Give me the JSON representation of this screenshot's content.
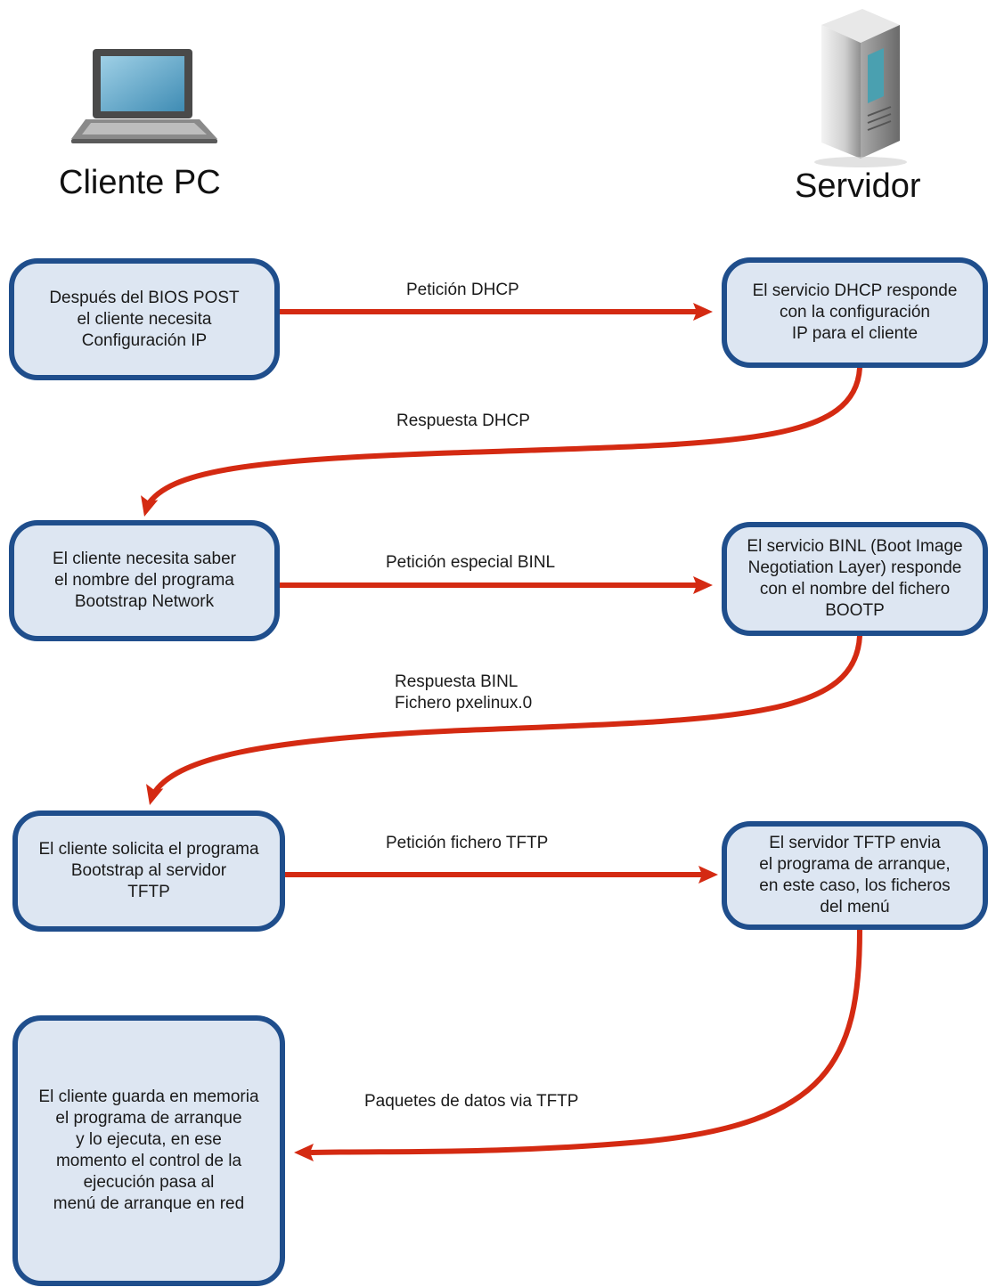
{
  "headings": {
    "client": "Cliente PC",
    "server": "Servidor"
  },
  "icons": {
    "client": "laptop-icon",
    "server": "server-tower-icon"
  },
  "colors": {
    "arrow": "#d42a12",
    "box_border": "#1f4e8c",
    "box_fill": "#dde6f2"
  },
  "client_boxes": [
    "Después del BIOS POST\nel cliente necesita\nConfiguración IP",
    "El cliente necesita saber\nel nombre del programa\nBootstrap Network",
    "El cliente solicita el programa\nBootstrap al servidor\nTFTP",
    "El cliente guarda en memoria\nel programa de arranque\ny lo ejecuta, en ese\nmomento el control de la\nejecución pasa al\nmenú de arranque en red"
  ],
  "server_boxes": [
    "El servicio DHCP responde\ncon la configuración\nIP para el cliente",
    "El servicio BINL (Boot Image\nNegotiation Layer) responde\ncon el nombre del fichero\nBOOTP",
    "El servidor TFTP envia\nel programa de arranque,\nen este caso, los ficheros\ndel menú"
  ],
  "messages": [
    "Petición DHCP",
    "Respuesta DHCP",
    "Petición especial BINL",
    "Respuesta BINL\nFichero pxelinux.0",
    "Petición fichero TFTP",
    "Paquetes de datos via TFTP"
  ]
}
